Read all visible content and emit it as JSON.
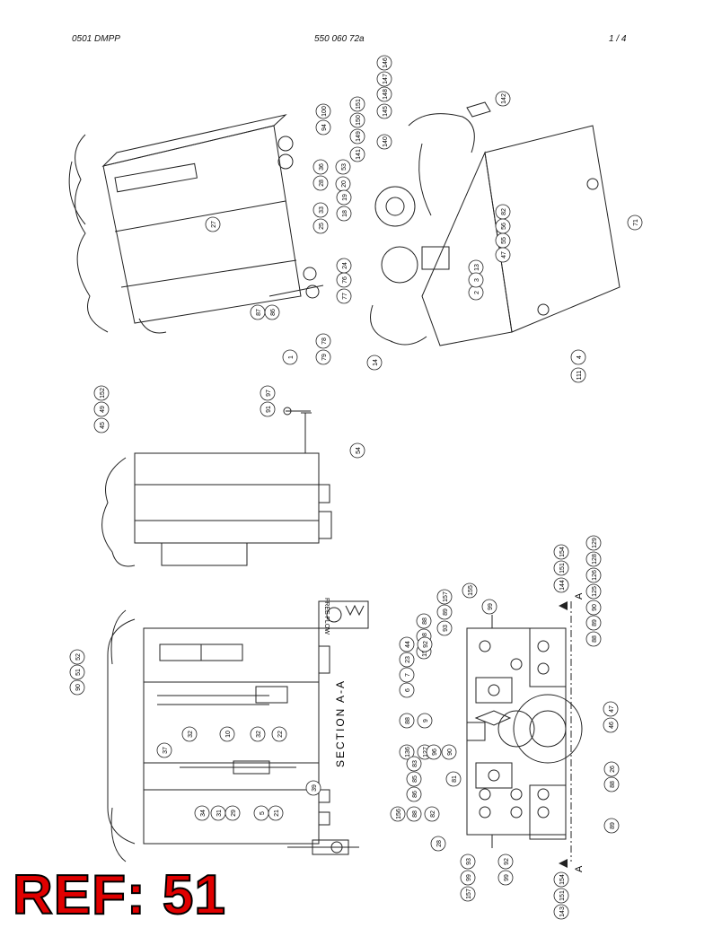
{
  "header": {
    "left": "0501 DMPP",
    "center": "550 060 72a",
    "right": "1 /   4"
  },
  "reference_label": "REF: 51",
  "section_label": "SECTION A-A",
  "section_arrow_label": "A",
  "flow_label": "FREE FLOW",
  "callouts_top": [
    "94",
    "100",
    "28",
    "36",
    "53",
    "20",
    "25",
    "33",
    "27",
    "87",
    "86",
    "1",
    "79",
    "78",
    "77",
    "76",
    "24",
    "18",
    "19",
    "141",
    "149",
    "150",
    "151",
    "145",
    "148",
    "147",
    "146",
    "140",
    "142",
    "82",
    "56",
    "55",
    "47",
    "13",
    "2",
    "3",
    "14",
    "4",
    "111",
    "71"
  ],
  "callouts_middle": [
    "45",
    "49",
    "152",
    "91",
    "97",
    "54"
  ],
  "callouts_bottom_left": [
    "90",
    "51",
    "52",
    "37",
    "32",
    "10",
    "32",
    "22",
    "34",
    "31",
    "29",
    "5",
    "21",
    "39"
  ],
  "callouts_bottom_right": [
    "88",
    "98",
    "156",
    "155",
    "157",
    "89",
    "93",
    "99",
    "144",
    "151",
    "154",
    "129",
    "128",
    "126",
    "125",
    "90",
    "89",
    "88",
    "44",
    "92",
    "23",
    "7",
    "6",
    "88",
    "9",
    "136",
    "127",
    "96",
    "90",
    "47",
    "46",
    "86",
    "85",
    "83",
    "81",
    "156",
    "88",
    "82",
    "26",
    "88",
    "89",
    "28",
    "157",
    "99",
    "93",
    "99",
    "92",
    "143",
    "151",
    "154"
  ]
}
